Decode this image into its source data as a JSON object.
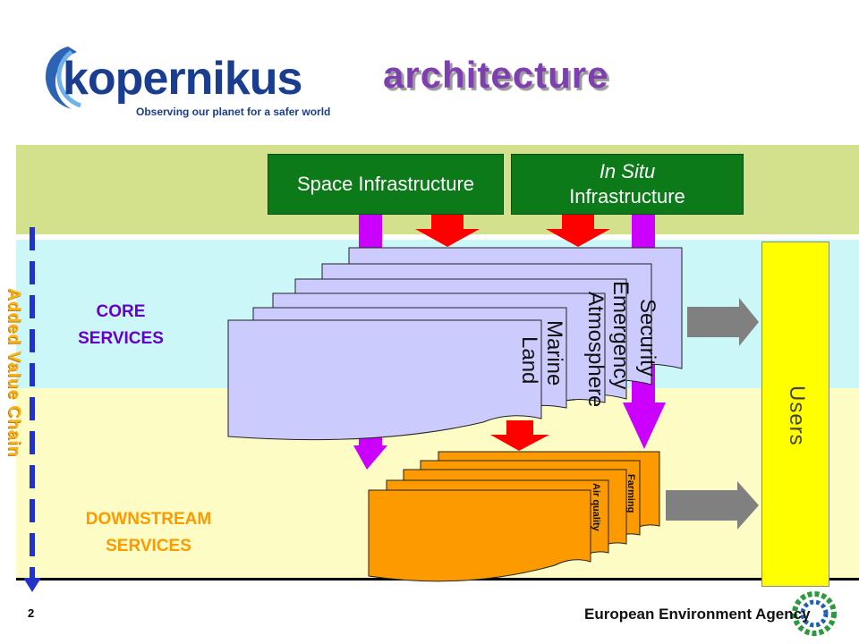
{
  "header": {
    "logo_text": "kopernikus",
    "logo_tagline": "Observing our planet for a safer world",
    "title": "architecture"
  },
  "infrastructure": {
    "space": "Space Infrastructure",
    "in_situ_line1": "In Situ",
    "in_situ_line2": "Infrastructure"
  },
  "sections": {
    "core_line1": "CORE",
    "core_line2": "SERVICES",
    "downstream_line1": "DOWNSTREAM",
    "downstream_line2": "SERVICES"
  },
  "core_services": [
    "Security",
    "Emergency",
    "Atmosphere",
    "Marine",
    "Land"
  ],
  "downstream_services": [
    "Farming",
    "Air quality"
  ],
  "users_label": "Users",
  "side_label": "Added Value Chain",
  "footer": {
    "page_number": "2",
    "agency": "European Environment Agency"
  },
  "colors": {
    "top_band": "#d3e08c",
    "core_band": "#ccf7f9",
    "downstream_band": "#fdfcc4",
    "infrastructure_box": "#0c7a18",
    "core_service_card": "#cccbfd",
    "downstream_service_card": "#fd9a00",
    "users_box": "#ffff00",
    "arrow_red": "#ff0000",
    "arrow_magenta": "#cc00ff",
    "arrow_grey": "#808080",
    "title": "#7f3fb0",
    "core_label": "#6600cc",
    "downstream_label": "#ff9900",
    "added_value": "#f7b21a"
  }
}
